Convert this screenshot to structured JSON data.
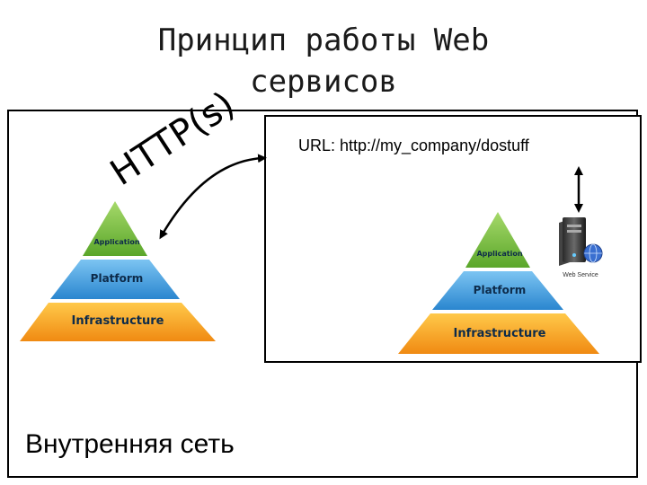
{
  "title": {
    "line1": "Принцип работы Web",
    "line2": "сервисов"
  },
  "inner_network_label": "Внутренняя сеть",
  "http_label": "HTTP(s)",
  "url_label": "URL: http://my_company/dostuff",
  "pyramid_left": {
    "application": "Application",
    "platform": "Platform",
    "infrastructure": "Infrastructure"
  },
  "pyramid_right": {
    "application": "Application",
    "platform": "Platform",
    "infrastructure": "Infrastructure"
  },
  "web_service_label": "Web Service",
  "colors": {
    "application_green": "#7cc242",
    "platform_blue": "#3f9fe0",
    "infrastructure_orange": "#f5a623"
  }
}
